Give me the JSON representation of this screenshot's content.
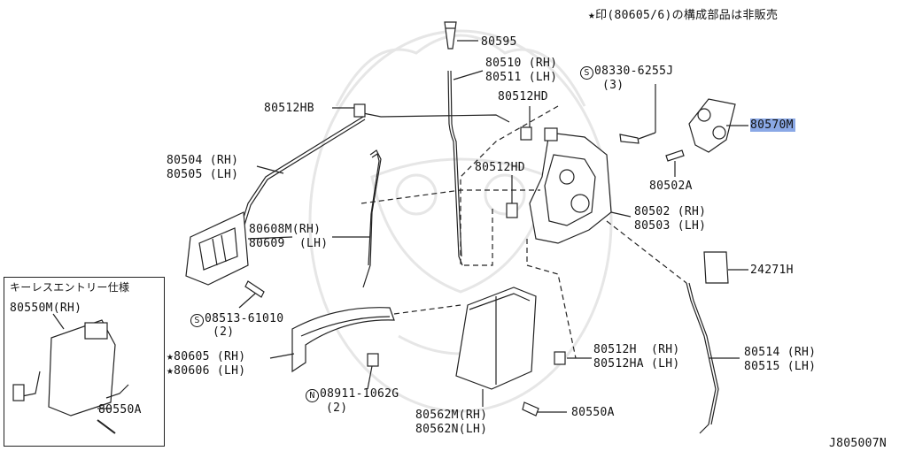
{
  "header_note": "★印(80605/6)の構成部品は非販売",
  "inset_title": "キーレスエントリー仕様",
  "diagram_code": "J805007N",
  "labels": {
    "p80595": "80595",
    "p80510": "80510 (RH)",
    "p80511": "80511 (LH)",
    "p80512HB": "80512HB",
    "p80512HD_a": "80512HD",
    "p80512HD_b": "80512HD",
    "s08330": "08330-6255J",
    "s08330_qty": "(3)",
    "p80570M": "80570M",
    "p80502A": "80502A",
    "p80504": "80504 (RH)",
    "p80505": "80505 (LH)",
    "p80608M": "80608M(RH)",
    "p80609": "80609  (LH)",
    "p80502": "80502 (RH)",
    "p80503": "80503 (LH)",
    "p24271H": "24271H",
    "s08513": "08513-61010",
    "s08513_qty": "(2)",
    "p80550M": "80550M(RH)",
    "p80605": "80605 (RH)",
    "p80606": "80606 (LH)",
    "n08911": "08911-1062G",
    "n08911_qty": "(2)",
    "p80512H": "80512H  (RH)",
    "p80512HA": "80512HA (LH)",
    "p80514": "80514 (RH)",
    "p80515": "80515 (LH)",
    "p80550A_a": "80550A",
    "p80550A_b": "80550A",
    "p80562M": "80562M(RH)",
    "p80562N": "80562N(LH)"
  },
  "symbols": {
    "star": "★",
    "screw_mark": "S",
    "nut_mark": "N"
  },
  "colors": {
    "line": "#222222",
    "highlight": "#8aa8e6",
    "watermark": "#e4e4e4"
  }
}
